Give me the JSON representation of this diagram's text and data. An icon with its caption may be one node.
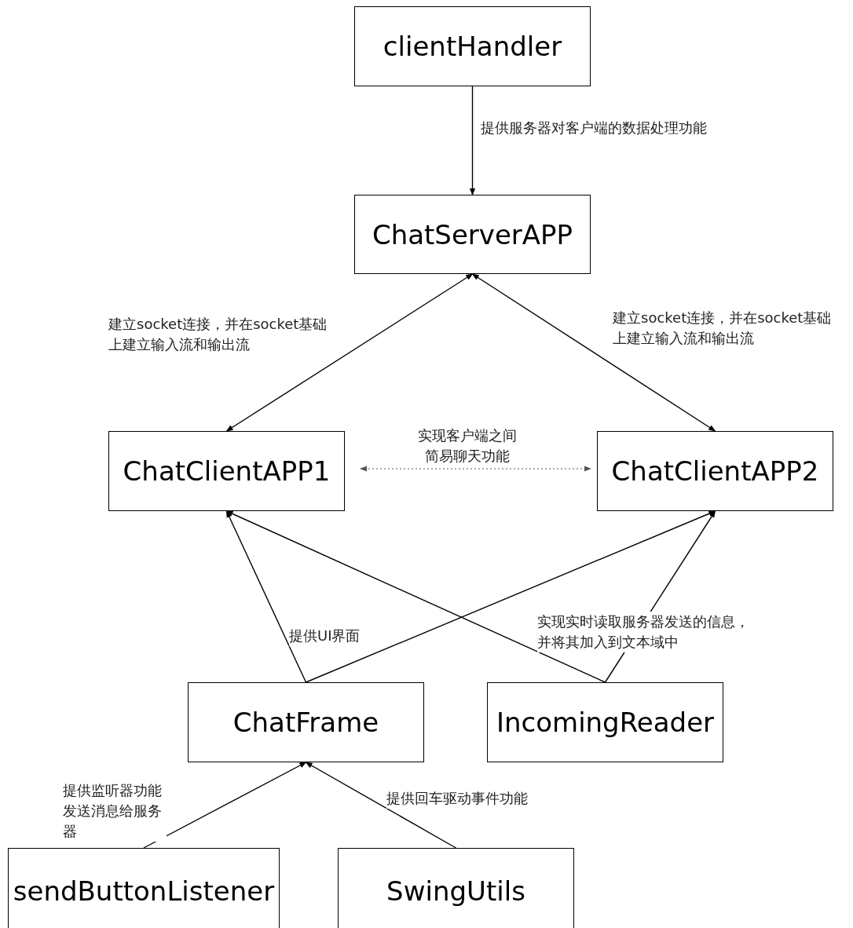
{
  "diagram": {
    "nodes": [
      {
        "text": [
          "clientHandler"
        ]
      },
      {
        "text": [
          "ChatServerAPP"
        ]
      },
      {
        "text": [
          "ChatClientAPP1"
        ]
      },
      {
        "text": [
          "ChatClientAPP2"
        ]
      },
      {
        "text": [
          "ChatFrame"
        ]
      },
      {
        "text": [
          "IncomingReader"
        ]
      },
      {
        "text": [
          "sendButtonListener"
        ]
      },
      {
        "text": [
          "SwingUtils"
        ]
      }
    ],
    "edges": [
      {
        "from": 0,
        "to": 1,
        "arrow": "to",
        "label": "提供服务器对客户端的数据处理功能"
      },
      {
        "from": 1,
        "to": 2,
        "arrow": "both",
        "label": "建立socket连接，并在socket基础上建立输入流和输出流"
      },
      {
        "from": 1,
        "to": 3,
        "arrow": "both",
        "label": "建立socket连接，并在socket基础上建立输入流和输出流"
      },
      {
        "from": 2,
        "to": 3,
        "arrow": "both",
        "style": "dashed",
        "label": "实现客户端之间简易聊天功能"
      },
      {
        "from": 4,
        "to": 2,
        "arrow": "to",
        "label": "提供UI界面"
      },
      {
        "from": 4,
        "to": 3,
        "arrow": "to"
      },
      {
        "from": 5,
        "to": 2,
        "arrow": "to"
      },
      {
        "from": 5,
        "to": 3,
        "arrow": "to",
        "label": "实现实时读取服务器发送的信息，并将其加入到文本域中"
      },
      {
        "from": 6,
        "to": 4,
        "arrow": "to",
        "label": "提供监听器功能发送消息给服务器"
      },
      {
        "from": 7,
        "to": 4,
        "arrow": "to",
        "label": "提供回车驱动事件功能"
      }
    ]
  }
}
